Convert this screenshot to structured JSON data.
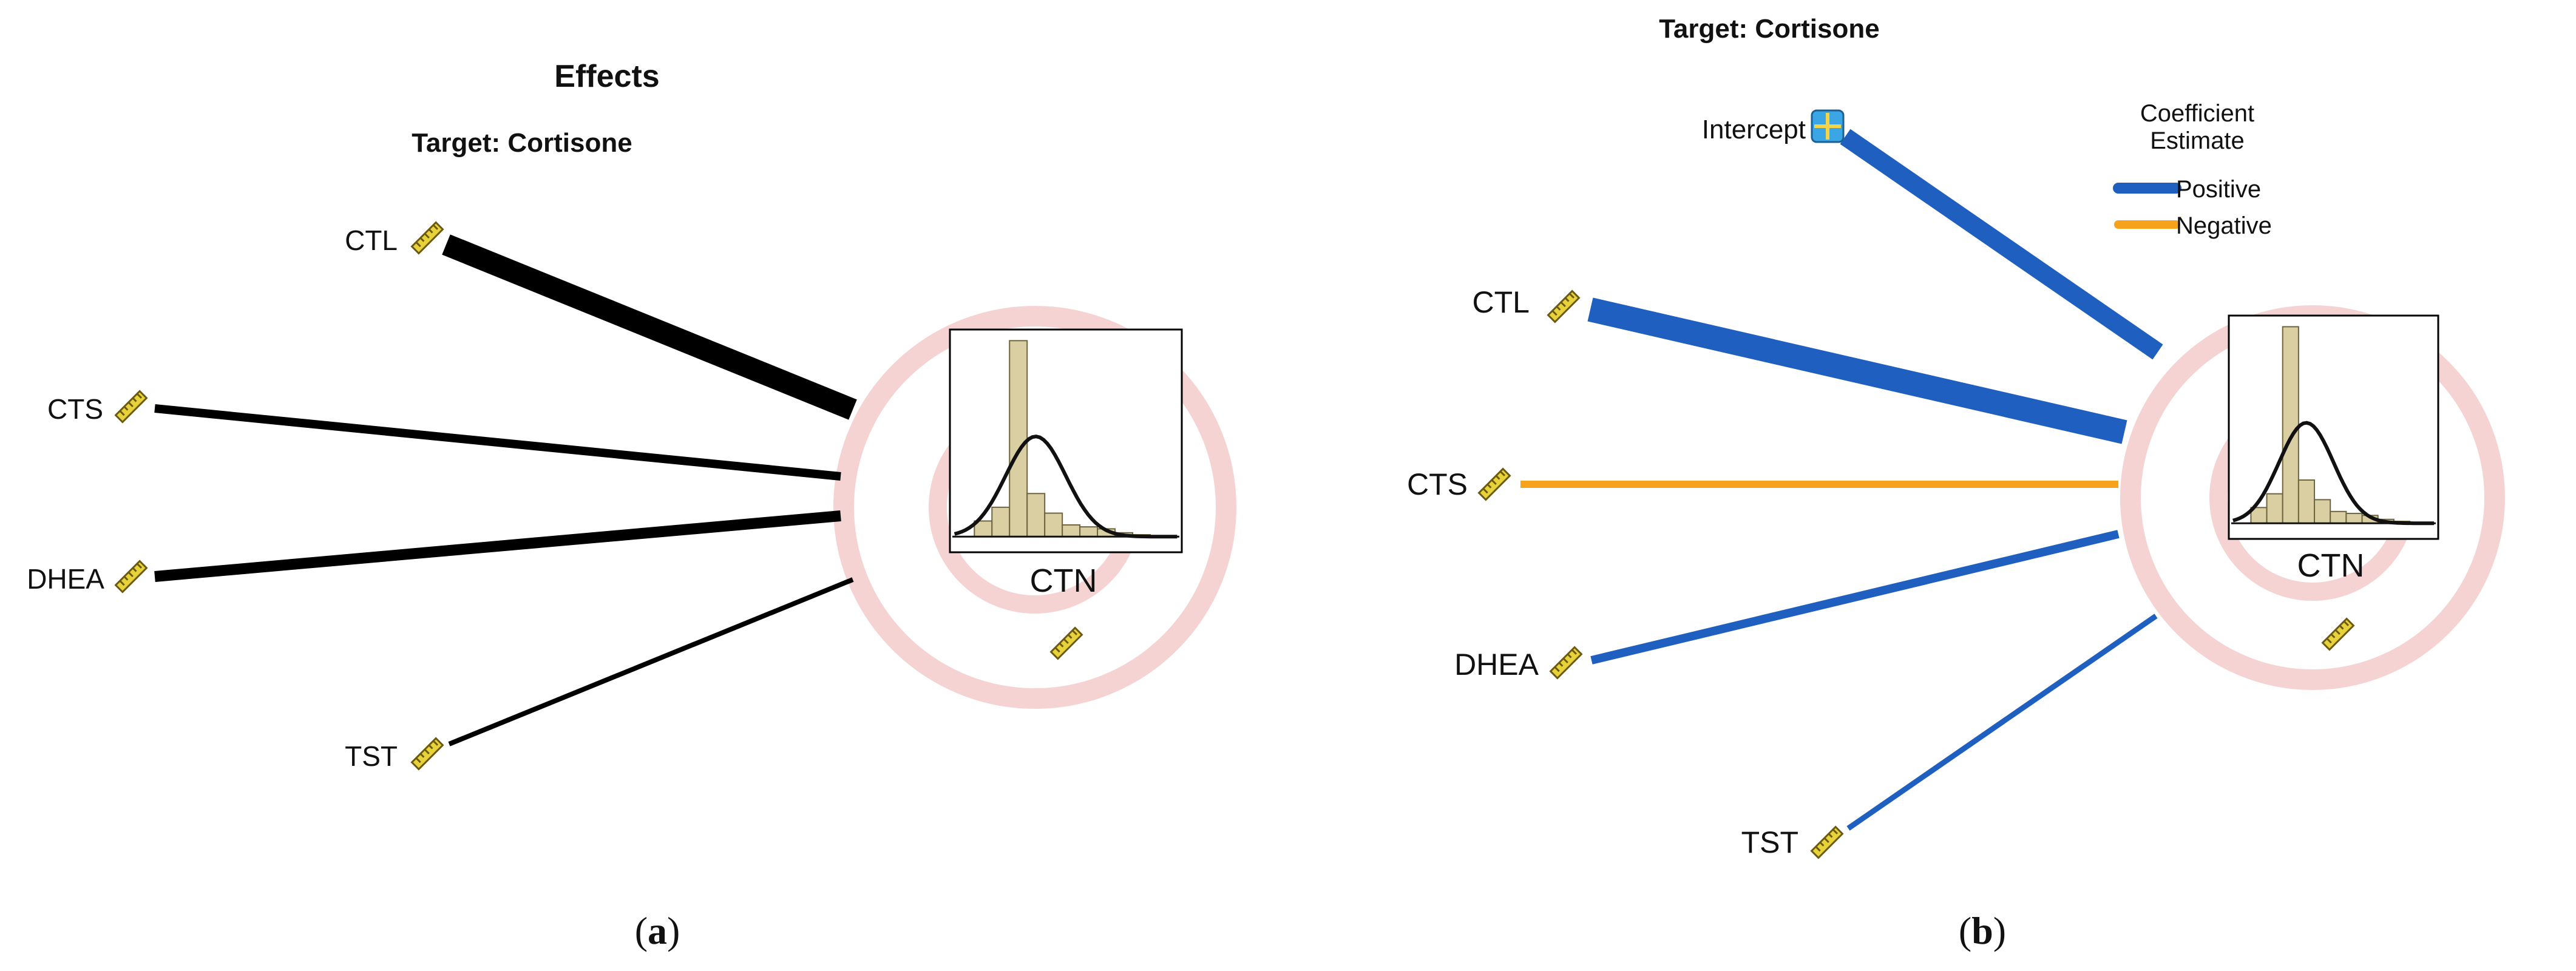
{
  "panel_a": {
    "title": "Effects",
    "subtitle": "Target: Cortisone",
    "predictors": [
      {
        "name": "CTL",
        "strength": "strong"
      },
      {
        "name": "CTS",
        "strength": "medium"
      },
      {
        "name": "DHEA",
        "strength": "medium"
      },
      {
        "name": "TST",
        "strength": "weak"
      }
    ],
    "target_label": "CTN",
    "caption_open": "(",
    "caption_letter": "a",
    "caption_close": ")"
  },
  "panel_b": {
    "subtitle": "Target: Cortisone",
    "legend_title_line1": "Coefficient",
    "legend_title_line2": "Estimate",
    "legend_positive": "Positive",
    "legend_negative": "Negative",
    "predictors": [
      {
        "name": "Intercept",
        "sign": "positive",
        "icon": "intercept-icon"
      },
      {
        "name": "CTL",
        "sign": "positive",
        "icon": "ruler-icon"
      },
      {
        "name": "CTS",
        "sign": "negative",
        "icon": "ruler-icon"
      },
      {
        "name": "DHEA",
        "sign": "positive",
        "icon": "ruler-icon"
      },
      {
        "name": "TST",
        "sign": "positive",
        "icon": "ruler-icon"
      }
    ],
    "target_label": "CTN",
    "caption_open": "(",
    "caption_letter": "b",
    "caption_close": ")"
  },
  "colors": {
    "positive": "#1f5fbf",
    "negative": "#f7a21b",
    "effect_line": "#000000",
    "target_rings": "#f6d3d3",
    "histogram_bar": "#d9cfa3",
    "ruler": "#e8d23a"
  },
  "histogram": {
    "bin_heights": [
      0.08,
      0.15,
      1.0,
      0.22,
      0.12,
      0.06,
      0.05,
      0.04,
      0.02,
      0.01
    ],
    "curve": "normal"
  }
}
